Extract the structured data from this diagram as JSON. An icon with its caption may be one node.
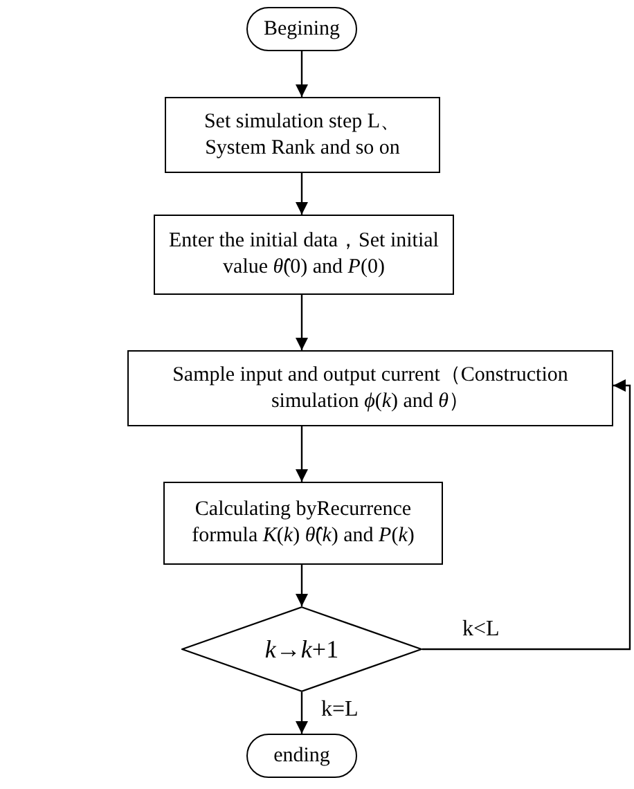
{
  "diagram": {
    "nodes": [
      {
        "text": [
          "Begining"
        ]
      },
      {
        "text": [
          "Set simulation step L、System Rank and so on"
        ]
      },
      {
        "text": [
          "Enter the initial data，Set initial value *θ̂*(0) and *P*(0)"
        ]
      },
      {
        "text": [
          "Sample input and output current（Construction simulation *ϕ*(*k*) and *θ*）"
        ]
      },
      {
        "text": [
          "Calculating byRecurrence formula *K*(*k*) *θ̂*(*k*) and *P*(*k*)"
        ]
      },
      {
        "text": [
          "*k*→*k*+1"
        ]
      },
      {
        "text": [
          "ending"
        ]
      }
    ],
    "edges": [
      {
        "from": 0,
        "to": 1,
        "arrow": "to"
      },
      {
        "from": 1,
        "to": 2,
        "arrow": "to"
      },
      {
        "from": 2,
        "to": 3,
        "arrow": "to"
      },
      {
        "from": 3,
        "to": 4,
        "arrow": "to"
      },
      {
        "from": 4,
        "to": 5,
        "arrow": "to"
      },
      {
        "from": 5,
        "to": 6,
        "arrow": "to",
        "label": "k=L"
      },
      {
        "from": 5,
        "to": 3,
        "arrow": "to",
        "label": "k<L"
      }
    ]
  }
}
